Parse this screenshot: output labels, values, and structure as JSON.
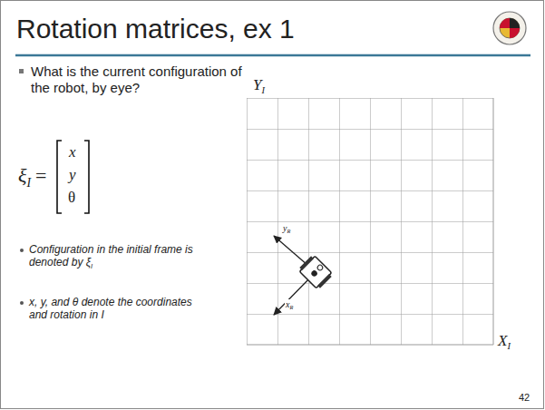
{
  "diagram": {
    "title": "Rotation matrices, ex 1",
    "labels": [
      "What is the current configuration of the robot, by eye?",
      "ξ",
      "I",
      "=",
      "x",
      "y",
      "θ",
      "Configuration in the initial frame is denoted by ξ",
      "I",
      "x, y, and θ denote the coordinates and rotation in I",
      "Y",
      "I",
      "X",
      "I",
      "y",
      "R",
      "x",
      "R",
      "42"
    ]
  }
}
